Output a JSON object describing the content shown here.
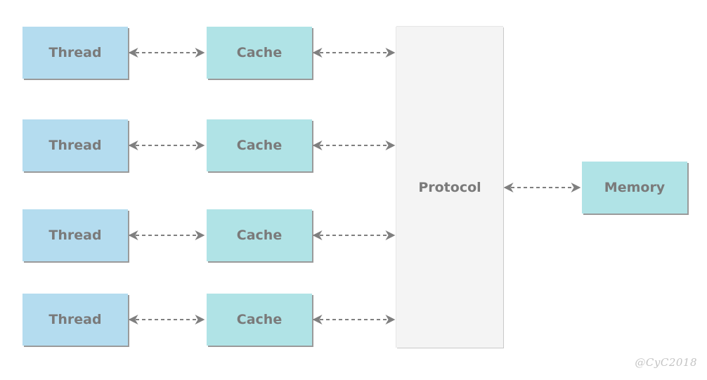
{
  "threads": [
    "Thread",
    "Thread",
    "Thread",
    "Thread"
  ],
  "caches": [
    "Cache",
    "Cache",
    "Cache",
    "Cache"
  ],
  "protocol": "Protocol",
  "memory": "Memory",
  "watermark": "@CyC2018",
  "colors": {
    "thread_fill": "#b4dcef",
    "cache_fill": "#b0e3e6",
    "protocol_fill": "#f4f4f4",
    "text": "#7a7a7a",
    "arrow": "#7f7f7f"
  }
}
